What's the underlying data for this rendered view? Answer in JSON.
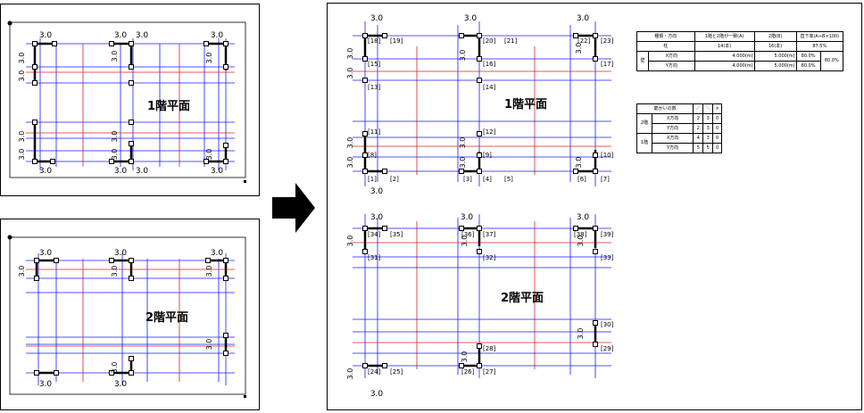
{
  "floor1_label": "1階平面",
  "floor2_label": "2階平面",
  "dim": "3.0",
  "column_labels": [
    "[18]",
    "[19]",
    "[20]",
    "[21]",
    "[22]",
    "[23]",
    "[15]",
    "[16]",
    "[17]",
    "[13]",
    "[14]",
    "[11]",
    "[12]",
    "[8]",
    "[9]",
    "[10]",
    "[1]",
    "[2]",
    "[3]",
    "[4]",
    "[5]",
    "[6]",
    "[7]",
    "[34]",
    "[35]",
    "[36]",
    "[37]",
    "[38]",
    "[39]",
    "[31]",
    "[32]",
    "[33]",
    "[30]",
    "[28]",
    "[29]",
    "[24]",
    "[25]",
    "[26]",
    "[27]"
  ],
  "summary_table": {
    "headers": [
      "種類・方向",
      "1階と2階が一致(A)",
      "2階(B)",
      "直下率(A÷B×100)"
    ],
    "row_column": {
      "label": "柱",
      "a": "14(本)",
      "b": "16(本)",
      "rate": "87.5%"
    },
    "row_wall_label": "壁",
    "row_wall_x": {
      "dir": "X方向",
      "a": "4.000(m)",
      "b": "5.000(m)",
      "rate": "80.0%"
    },
    "row_wall_y": {
      "dir": "Y方向",
      "a": "4.000(m)",
      "b": "5.000(m)",
      "rate": "80.0%"
    },
    "wall_total": "80.0%"
  },
  "brace_table": {
    "headers": [
      "筋かいの数",
      "／",
      "＼",
      "×"
    ],
    "floor2_label": "2階",
    "floor1_label": "1階",
    "rows": [
      {
        "dir": "X方向",
        "a": "2",
        "b": "3",
        "c": "0"
      },
      {
        "dir": "Y方向",
        "a": "2",
        "b": "3",
        "c": "0"
      },
      {
        "dir": "X方向",
        "a": "4",
        "b": "3",
        "c": "0"
      },
      {
        "dir": "Y方向",
        "a": "5",
        "b": "5",
        "c": "0"
      }
    ]
  },
  "colors": {
    "grid_blue": "#1a1aff",
    "grid_red": "#e02020",
    "wall": "#000000"
  }
}
